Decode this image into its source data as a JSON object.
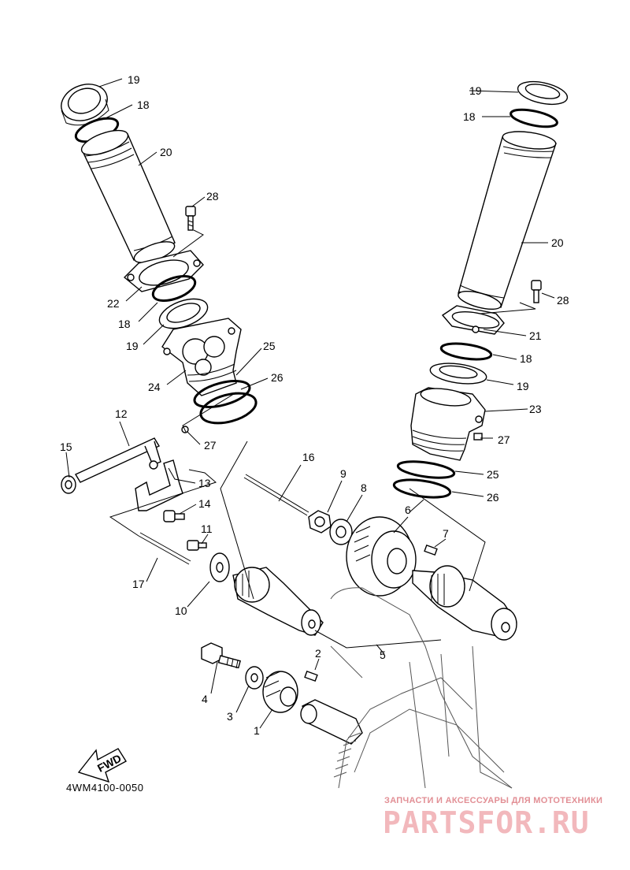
{
  "diagram": {
    "code": "4WM4100-0050",
    "fwd_label": "FWD",
    "callouts": {
      "n1": "1",
      "n2": "2",
      "n3": "3",
      "n4": "4",
      "n5": "5",
      "n6": "6",
      "n7": "7",
      "n8": "8",
      "n9": "9",
      "n10": "10",
      "n11": "11",
      "n12": "12",
      "n13": "13",
      "n14": "14",
      "n15": "15",
      "n16": "16",
      "n17": "17",
      "n18a": "18",
      "n18b": "18",
      "n18c": "18",
      "n18d": "18",
      "n19a": "19",
      "n19b": "19",
      "n19c": "19",
      "n19d": "19",
      "n20a": "20",
      "n20b": "20",
      "n21": "21",
      "n22": "22",
      "n23": "23",
      "n24": "24",
      "n25a": "25",
      "n25b": "25",
      "n26a": "26",
      "n26b": "26",
      "n27a": "27",
      "n27b": "27",
      "n28a": "28",
      "n28b": "28"
    }
  },
  "watermark": {
    "subtitle": "ЗАПЧАСТИ И АКСЕССУАРЫ ДЛЯ МОТОТЕХНИКИ",
    "logo": "PARTSFOR.RU",
    "color": "#e28f95"
  }
}
